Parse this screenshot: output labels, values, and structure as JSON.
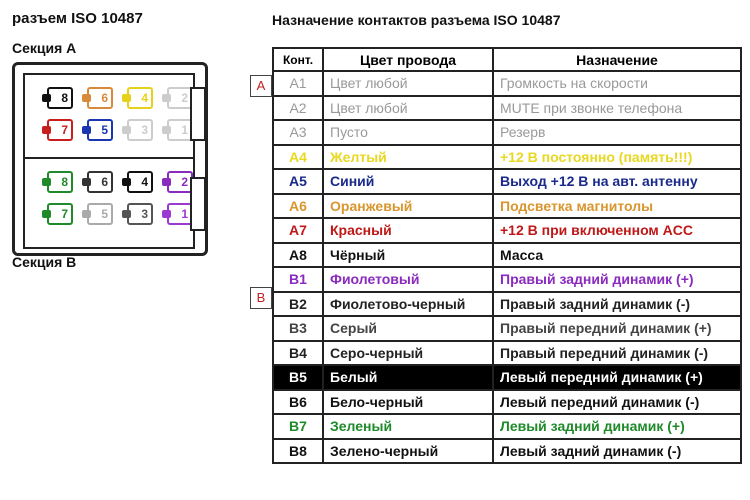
{
  "left": {
    "title": "разъем ISO 10487",
    "section_a": "Секция A",
    "section_b": "Секция B",
    "pins_a": [
      {
        "n": "8",
        "color": "#111111"
      },
      {
        "n": "6",
        "color": "#d88a3a"
      },
      {
        "n": "4",
        "color": "#e6d21a"
      },
      {
        "n": "2",
        "color": "#cccccc"
      },
      {
        "n": "7",
        "color": "#c81e1e"
      },
      {
        "n": "5",
        "color": "#1a36b0"
      },
      {
        "n": "3",
        "color": "#cccccc"
      },
      {
        "n": "1",
        "color": "#cccccc"
      }
    ],
    "pins_b": [
      {
        "n": "8",
        "color": "#1f8a2a"
      },
      {
        "n": "6",
        "color": "#333333"
      },
      {
        "n": "4",
        "color": "#111111"
      },
      {
        "n": "2",
        "color": "#8a2abf"
      },
      {
        "n": "7",
        "color": "#1f8a2a"
      },
      {
        "n": "5",
        "color": "#aaaaaa"
      },
      {
        "n": "3",
        "color": "#555555"
      },
      {
        "n": "1",
        "color": "#9b3ad0"
      }
    ]
  },
  "table": {
    "title": "Назначение контактов разъема ISO 10487",
    "side_a": "A",
    "side_b": "B",
    "headers": [
      "Конт.",
      "Цвет провода",
      "Назначение"
    ],
    "rows": [
      {
        "pin": "A1",
        "wire": "Цвет любой",
        "purpose": "Громкость на скорости",
        "color": "#999999"
      },
      {
        "pin": "A2",
        "wire": "Цвет любой",
        "purpose": "MUTE при звонке телефона",
        "color": "#999999"
      },
      {
        "pin": "A3",
        "wire": "Пусто",
        "purpose": "Резерв",
        "color": "#999999"
      },
      {
        "pin": "A4",
        "wire": "Желтый",
        "purpose": "+12 В постоянно (память!!!)",
        "color": "#e8d820"
      },
      {
        "pin": "A5",
        "wire": "Синий",
        "purpose": "Выход +12 В на авт. антенну",
        "color": "#1a2a8a"
      },
      {
        "pin": "A6",
        "wire": "Оранжевый",
        "purpose": "Подсветка магнитолы",
        "color": "#d9962e"
      },
      {
        "pin": "A7",
        "wire": "Красный",
        "purpose": "+12 В при включенном ACC",
        "color": "#c01818"
      },
      {
        "pin": "A8",
        "wire": "Чёрный",
        "purpose": "Масса",
        "color": "#111111"
      },
      {
        "pin": "B1",
        "wire": "Фиолетовый",
        "purpose": "Правый задний динамик (+)",
        "color": "#8a2abf"
      },
      {
        "pin": "B2",
        "wire": "Фиолетово-черный",
        "purpose": "Правый задний динамик (-)",
        "color": "#222222"
      },
      {
        "pin": "B3",
        "wire": "Серый",
        "purpose": "Правый передний динамик (+)",
        "color": "#444444"
      },
      {
        "pin": "B4",
        "wire": "Серо-черный",
        "purpose": "Правый передний динамик (-)",
        "color": "#222222"
      },
      {
        "pin": "B5",
        "wire": "Белый",
        "purpose": "Левый передний динамик (+)",
        "color": "#ffffff",
        "bg": "#000000"
      },
      {
        "pin": "B6",
        "wire": "Бело-черный",
        "purpose": "Левый передний динамик (-)",
        "color": "#111111"
      },
      {
        "pin": "B7",
        "wire": "Зеленый",
        "purpose": "Левый задний динамик (+)",
        "color": "#1f8a2a"
      },
      {
        "pin": "B8",
        "wire": "Зелено-черный",
        "purpose": "Левый задний динамик (-)",
        "color": "#111111"
      }
    ]
  }
}
